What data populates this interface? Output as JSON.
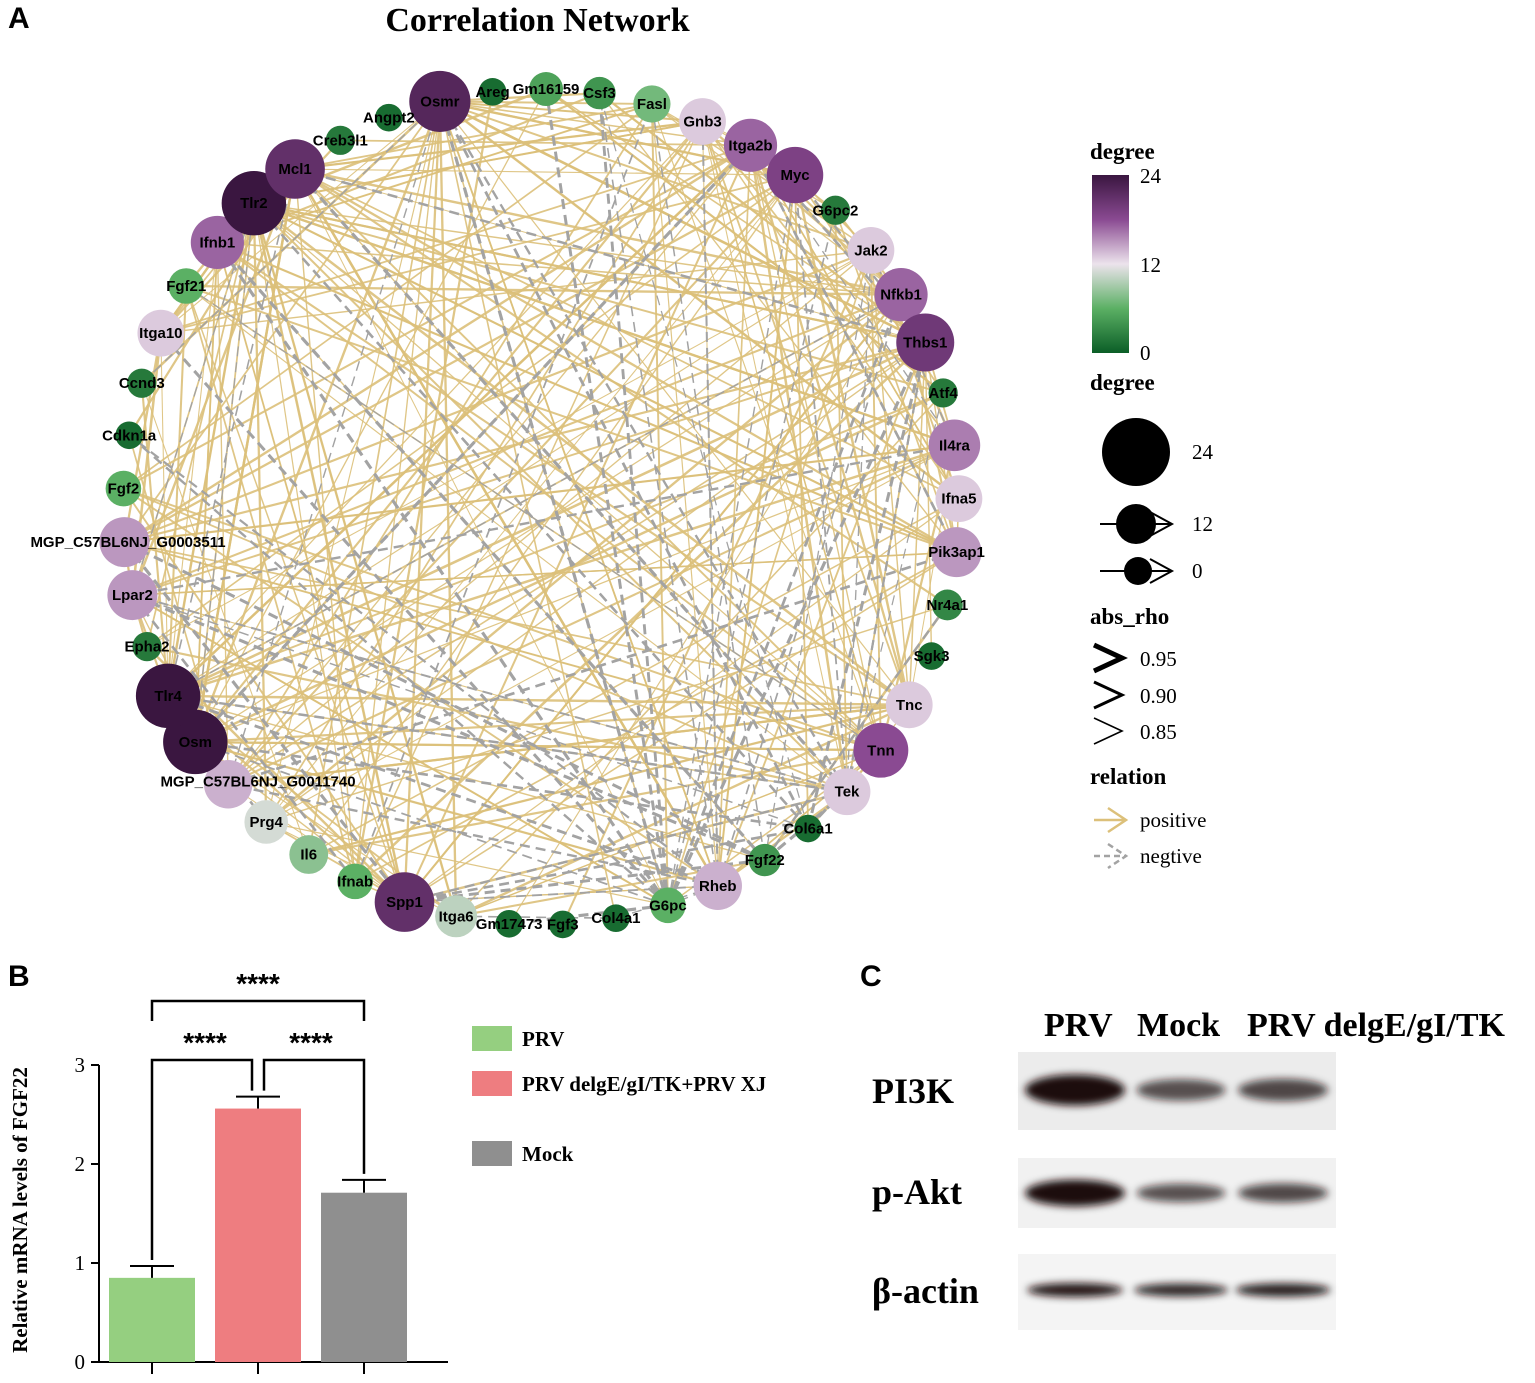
{
  "panels": {
    "a": "A",
    "b": "B",
    "c": "C"
  },
  "chart_data": [
    {
      "type": "network",
      "title": "Correlation Network",
      "nodes": [
        {
          "name": "Osmr",
          "degree": 22
        },
        {
          "name": "Areg",
          "degree": 1
        },
        {
          "name": "Gm16159",
          "degree": 5
        },
        {
          "name": "Csf3",
          "degree": 4
        },
        {
          "name": "Fasl",
          "degree": 7
        },
        {
          "name": "Gnb3",
          "degree": 13
        },
        {
          "name": "Itga2b",
          "degree": 17
        },
        {
          "name": "Myc",
          "degree": 19
        },
        {
          "name": "G6pc2",
          "degree": 2
        },
        {
          "name": "Jak2",
          "degree": 13
        },
        {
          "name": "Nfkb1",
          "degree": 17
        },
        {
          "name": "Thbs1",
          "degree": 20
        },
        {
          "name": "Atf4",
          "degree": 2
        },
        {
          "name": "Il4ra",
          "degree": 16
        },
        {
          "name": "Ifna5",
          "degree": 13
        },
        {
          "name": "Pik3ap1",
          "degree": 15
        },
        {
          "name": "Nr4a1",
          "degree": 3
        },
        {
          "name": "Sgk3",
          "degree": 1
        },
        {
          "name": "Tnc",
          "degree": 13
        },
        {
          "name": "Tnn",
          "degree": 18
        },
        {
          "name": "Tek",
          "degree": 13
        },
        {
          "name": "Col6a1",
          "degree": 1
        },
        {
          "name": "Fgf22",
          "degree": 4
        },
        {
          "name": "Rheb",
          "degree": 14
        },
        {
          "name": "G6pc",
          "degree": 6
        },
        {
          "name": "Col4a1",
          "degree": 1
        },
        {
          "name": "Fgf3",
          "degree": 1
        },
        {
          "name": "Gm17473",
          "degree": 1
        },
        {
          "name": "Itga6",
          "degree": 10
        },
        {
          "name": "Spp1",
          "degree": 21
        },
        {
          "name": "Ifnab",
          "degree": 6
        },
        {
          "name": "Il6",
          "degree": 8
        },
        {
          "name": "Prg4",
          "degree": 11
        },
        {
          "name": "MGP_C57BL6NJ_G0011740",
          "degree": 14
        },
        {
          "name": "Osm",
          "degree": 24
        },
        {
          "name": "Tlr4",
          "degree": 24
        },
        {
          "name": "Epha2",
          "degree": 2
        },
        {
          "name": "Lpar2",
          "degree": 15
        },
        {
          "name": "MGP_C57BL6NJ_G0003511",
          "degree": 15
        },
        {
          "name": "Fgf2",
          "degree": 6
        },
        {
          "name": "Cdkn1a",
          "degree": 1
        },
        {
          "name": "Ccnd3",
          "degree": 2
        },
        {
          "name": "Itga10",
          "degree": 13
        },
        {
          "name": "Fgf21",
          "degree": 6
        },
        {
          "name": "Ifnb1",
          "degree": 17
        },
        {
          "name": "Tlr2",
          "degree": 24
        },
        {
          "name": "Mcl1",
          "degree": 21
        },
        {
          "name": "Creb3l1",
          "degree": 2
        },
        {
          "name": "Angpt2",
          "degree": 1
        }
      ],
      "legend": {
        "color_title": "degree",
        "color_ticks": [
          "24",
          "12",
          "0"
        ],
        "size_title": "degree",
        "size_ticks": [
          "24",
          "12",
          "0"
        ],
        "width_title": "abs_rho",
        "width_ticks": [
          "0.95",
          "0.90",
          "0.85"
        ],
        "relation_title": "relation",
        "relation_items": [
          "positive",
          "negtive"
        ]
      },
      "colors": {
        "positive_edge": "#dcc07a",
        "negative_edge": "#a3a3a3",
        "low": "#0b5e27",
        "mid": "#ece3ec",
        "high": "#3a1640"
      }
    },
    {
      "type": "bar",
      "categories": [
        "PRV",
        "PRV delgE/gI/TK+PRV XJ",
        "Mock"
      ],
      "values": [
        0.85,
        2.56,
        1.71
      ],
      "errors": [
        0.12,
        0.12,
        0.13
      ],
      "ylabel": "Relative mRNA levels of FGF22",
      "xlabel": "",
      "ylim": [
        0,
        3
      ],
      "yticks": [
        "0",
        "1",
        "2",
        "3"
      ],
      "colors": [
        "#95cf80",
        "#ee7d80",
        "#8f8f8f"
      ],
      "significance": [
        {
          "pair": [
            "PRV",
            "PRV delgE/gI/TK+PRV XJ"
          ],
          "label": "****"
        },
        {
          "pair": [
            "PRV delgE/gI/TK+PRV XJ",
            "Mock"
          ],
          "label": "****"
        },
        {
          "pair": [
            "PRV",
            "Mock"
          ],
          "label": "****"
        }
      ],
      "legend_placement": "right"
    },
    {
      "type": "table",
      "lanes": [
        "PRV",
        "Mock",
        "PRV delgE/gI/TK"
      ],
      "rows": [
        {
          "label": "PI3K",
          "intensities": [
            1.0,
            0.45,
            0.5
          ]
        },
        {
          "label": "p-Akt",
          "intensities": [
            1.0,
            0.45,
            0.5
          ]
        },
        {
          "label": "β-actin",
          "intensities": [
            0.8,
            0.7,
            0.75
          ]
        }
      ]
    }
  ]
}
